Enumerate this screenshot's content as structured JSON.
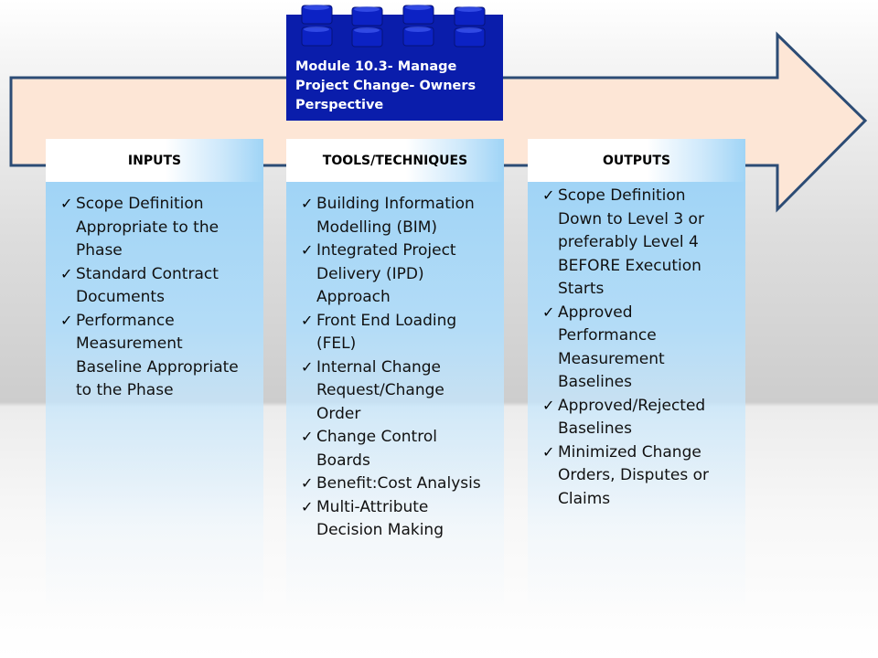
{
  "module": {
    "title_lines": [
      "Module 10.3- Manage",
      "Project Change- Owners",
      "Perspective"
    ]
  },
  "colors": {
    "arrow_fill": "#fde6d6",
    "arrow_stroke": "#2c4c75",
    "module_blue": "#0a1dab",
    "column_blue": "#a8daf8"
  },
  "icons": {
    "bullet": "check-icon",
    "brick": "lego-brick-icon"
  },
  "check_glyph": "✓",
  "columns": [
    {
      "header": "INPUTS",
      "items": [
        [
          "Scope Definition",
          "Appropriate to the",
          "Phase"
        ],
        [
          "Standard Contract",
          "Documents"
        ],
        [
          "Performance",
          "Measurement",
          "Baseline Appropriate",
          "to the Phase"
        ]
      ]
    },
    {
      "header": "TOOLS/TECHNIQUES",
      "items": [
        [
          "Building Information",
          "Modelling (BIM)"
        ],
        [
          "Integrated Project",
          "Delivery (IPD)",
          "Approach"
        ],
        [
          "Front End Loading",
          "(FEL)"
        ],
        [
          "Internal Change",
          "Request/Change",
          "Order"
        ],
        [
          "Change Control",
          "Boards"
        ],
        [
          "Benefit:Cost Analysis"
        ],
        [
          "Multi-Attribute",
          "Decision Making"
        ]
      ]
    },
    {
      "header": "OUTPUTS",
      "items": [
        [
          "Scope Definition",
          "Down to Level 3  or",
          "preferably Level 4",
          "BEFORE Execution",
          "Starts"
        ],
        [
          "Approved",
          "Performance",
          "Measurement",
          "Baselines"
        ],
        [
          "Approved/Rejected",
          "Baselines"
        ],
        [
          "Minimized Change",
          "Orders, Disputes or",
          "Claims"
        ]
      ]
    }
  ]
}
